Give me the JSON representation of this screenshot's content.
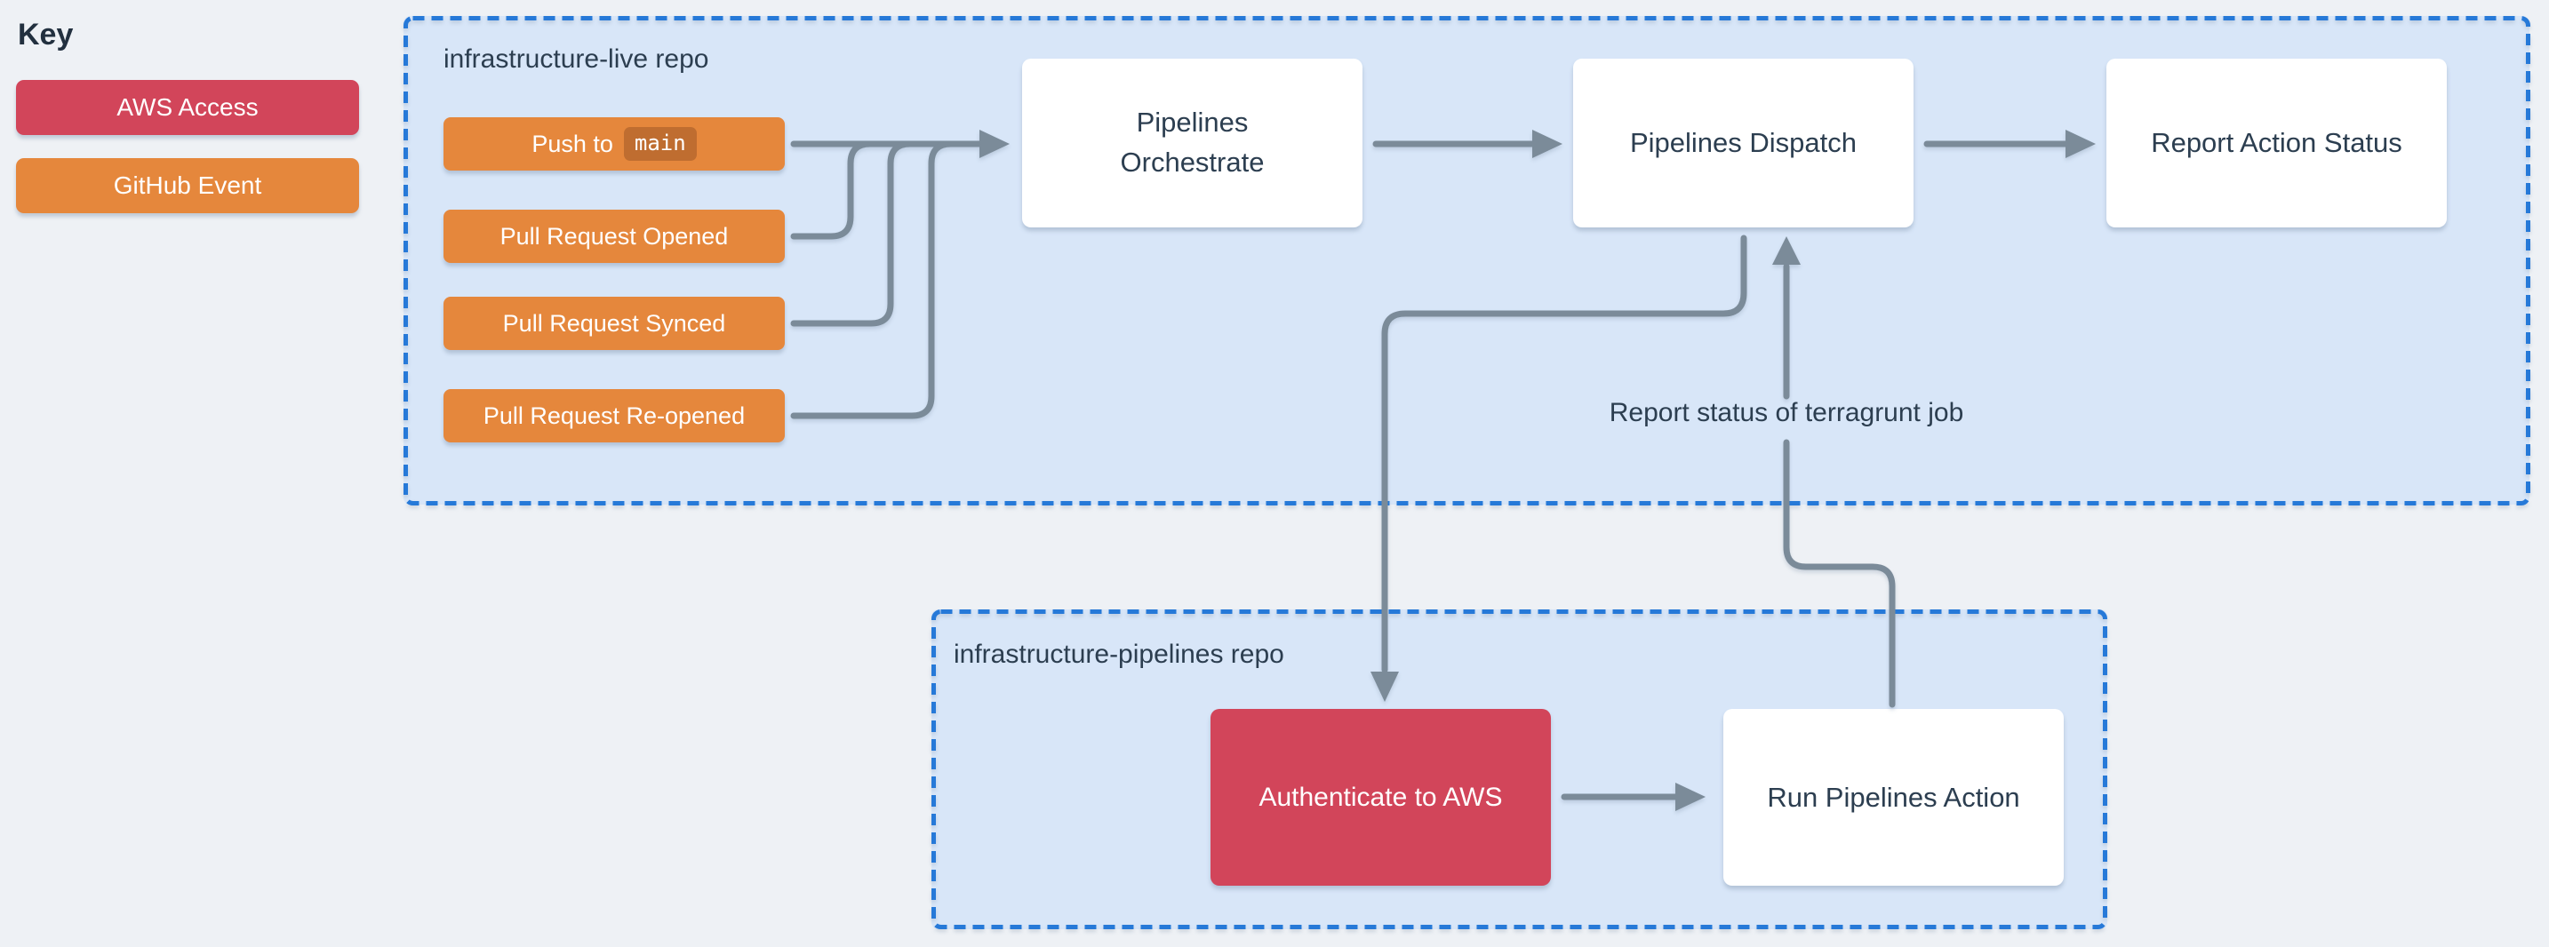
{
  "legend": {
    "title": "Key",
    "items": [
      {
        "label": "AWS Access",
        "color": "#d2455a"
      },
      {
        "label": "GitHub Event",
        "color": "#e5873c"
      }
    ]
  },
  "live_repo": {
    "label": "infrastructure-live repo",
    "events": [
      {
        "prefix": "Push to",
        "code": "main"
      },
      {
        "label": "Pull Request Opened"
      },
      {
        "label": "Pull Request Synced"
      },
      {
        "label": "Pull Request Re-opened"
      }
    ],
    "nodes": [
      {
        "label": "Pipelines\nOrchestrate"
      },
      {
        "label": "Pipelines Dispatch"
      },
      {
        "label": "Report Action Status"
      }
    ]
  },
  "pipelines_repo": {
    "label": "infrastructure-pipelines repo",
    "nodes": [
      {
        "label": "Authenticate to AWS"
      },
      {
        "label": "Run Pipelines Action"
      }
    ]
  },
  "annotations": {
    "report_status": "Report status of terragrunt job"
  },
  "colors": {
    "aws_access_red": "#d2455a",
    "github_event_orange": "#e5873c",
    "branch_chip_orange": "#bf6d30",
    "panel_fill_blue": "#d8e6f8",
    "panel_border_blue": "#2679d8",
    "arrow_gray": "#7b8b99",
    "text_navy": "#2c3e50",
    "node_white": "#ffffff",
    "page_background": "#eef1f5"
  }
}
